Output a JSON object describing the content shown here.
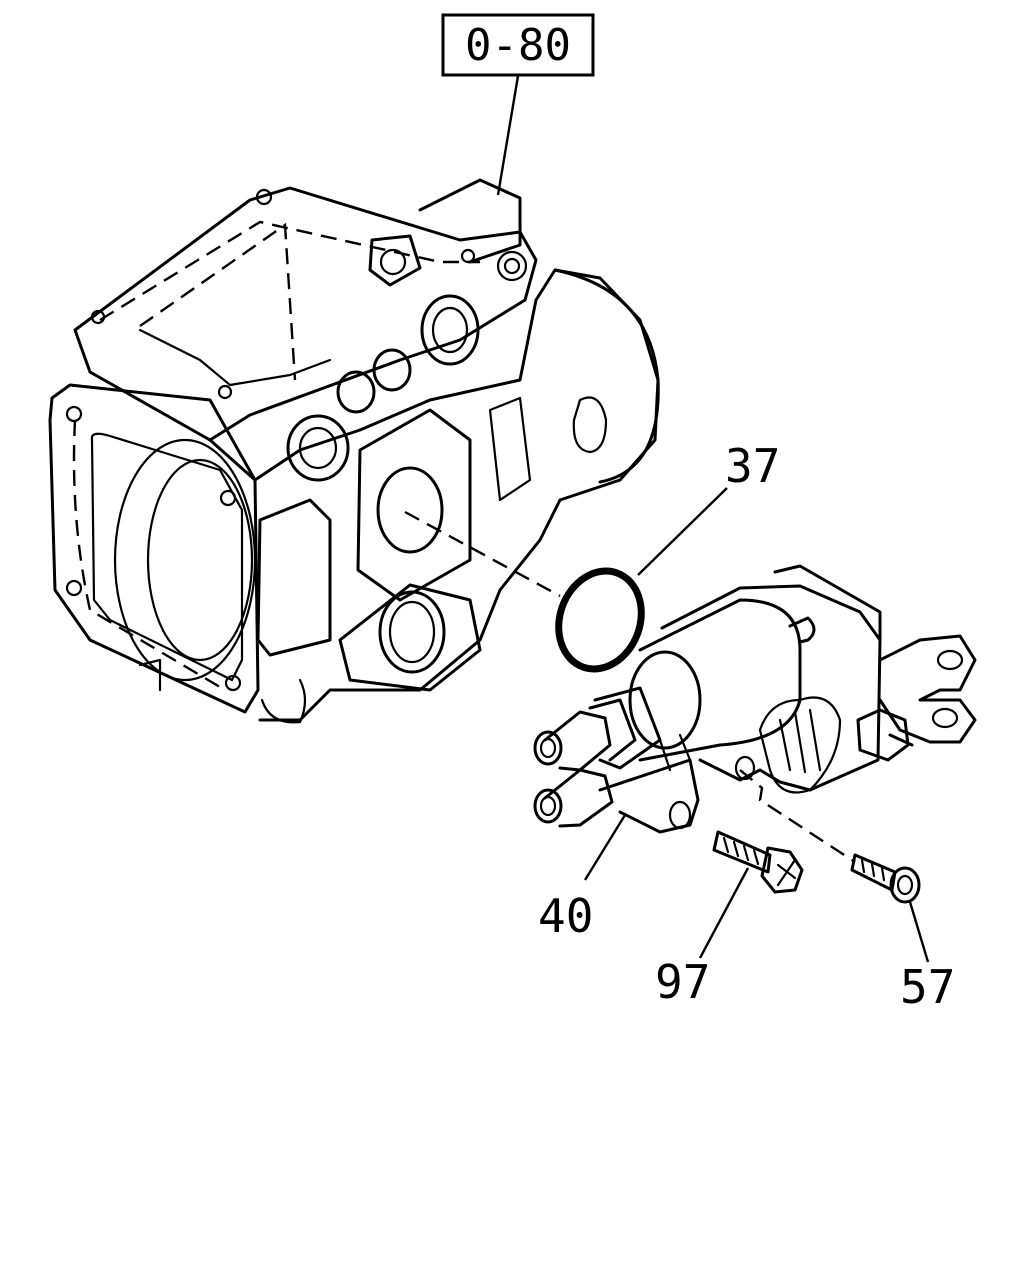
{
  "reference_box": {
    "label": "0-80"
  },
  "callouts": [
    {
      "id": "37",
      "label": "37"
    },
    {
      "id": "40",
      "label": "40"
    },
    {
      "id": "97",
      "label": "97"
    },
    {
      "id": "57",
      "label": "57"
    }
  ],
  "colors": {
    "line": "#000000",
    "background": "#ffffff"
  }
}
